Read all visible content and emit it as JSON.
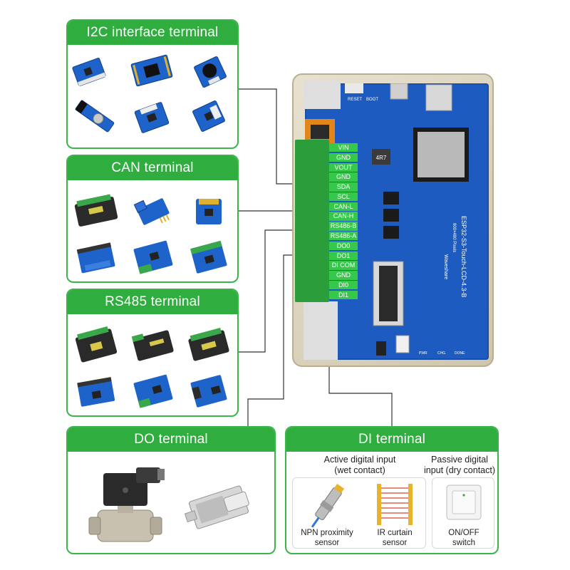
{
  "panels": {
    "i2c": {
      "title": "I2C interface terminal"
    },
    "can": {
      "title": "CAN terminal"
    },
    "rs485": {
      "title": "RS485 terminal"
    },
    "do": {
      "title": "DO terminal"
    },
    "di": {
      "title": "DI terminal",
      "active_label": "Active digital input\n(wet contact)",
      "passive_label": "Passive digital\ninput (dry contact)",
      "npn_label": "NPN proximity\nsensor",
      "ir_label": "IR curtain\nsensor",
      "switch_label": "ON/OFF\nswitch"
    }
  },
  "terminal_pins": [
    "VIN",
    "GND",
    "VOUT",
    "GND",
    "SDA",
    "SCL",
    "CAN-L",
    "CAN-H",
    "RS486-B",
    "RS486-A",
    "DO0",
    "DO1",
    "DI COM",
    "GND",
    "DI0",
    "DI1"
  ],
  "board": {
    "model": "ESP32-S3-Touch-LCD-4.3-B",
    "resolution": "800×480 Pixels",
    "brand": "Waveshare",
    "chip": "4R7",
    "buttons": [
      "RESET",
      "BOOT"
    ],
    "leds": [
      "PWR",
      "CHG",
      "DONE"
    ]
  },
  "colors": {
    "accent_green": "#2fae3f",
    "pin_green": "#35c84a",
    "pcb_blue": "#1e5bc1",
    "wire": "#333333"
  }
}
